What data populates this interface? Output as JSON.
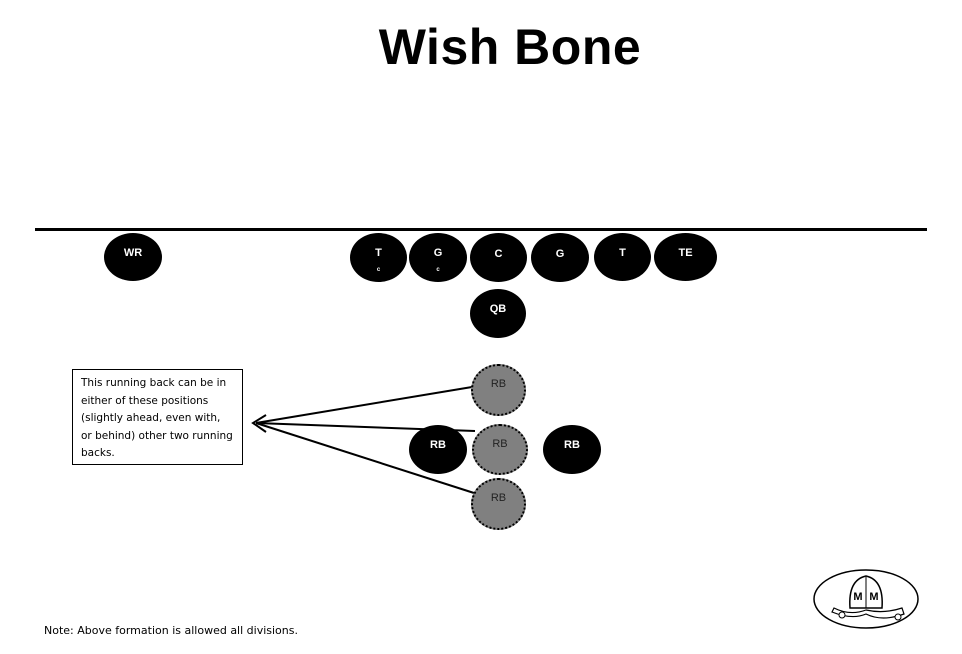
{
  "title": "Wish Bone",
  "players": {
    "wr": "WR",
    "lt": {
      "label": "T",
      "sub": "c"
    },
    "lg": {
      "label": "G",
      "sub": "c"
    },
    "c": "C",
    "rg": "G",
    "rt": "T",
    "te": "TE",
    "qb": "QB",
    "rb_left": "RB",
    "rb_right": "RB",
    "rb_alt_top": "RB",
    "rb_alt_mid": "RB",
    "rb_alt_bottom": "RB"
  },
  "callout": "This running back can be in either of these positions (slightly ahead, even with, or behind) other two running backs.",
  "footnote": "Note:  Above formation is allowed all divisions.",
  "logo": {
    "letters": [
      "M",
      "M"
    ],
    "icon": "helmet-logo-icon"
  },
  "colors": {
    "player": "#000000",
    "alternate_player": "#808080",
    "line": "#000000"
  }
}
